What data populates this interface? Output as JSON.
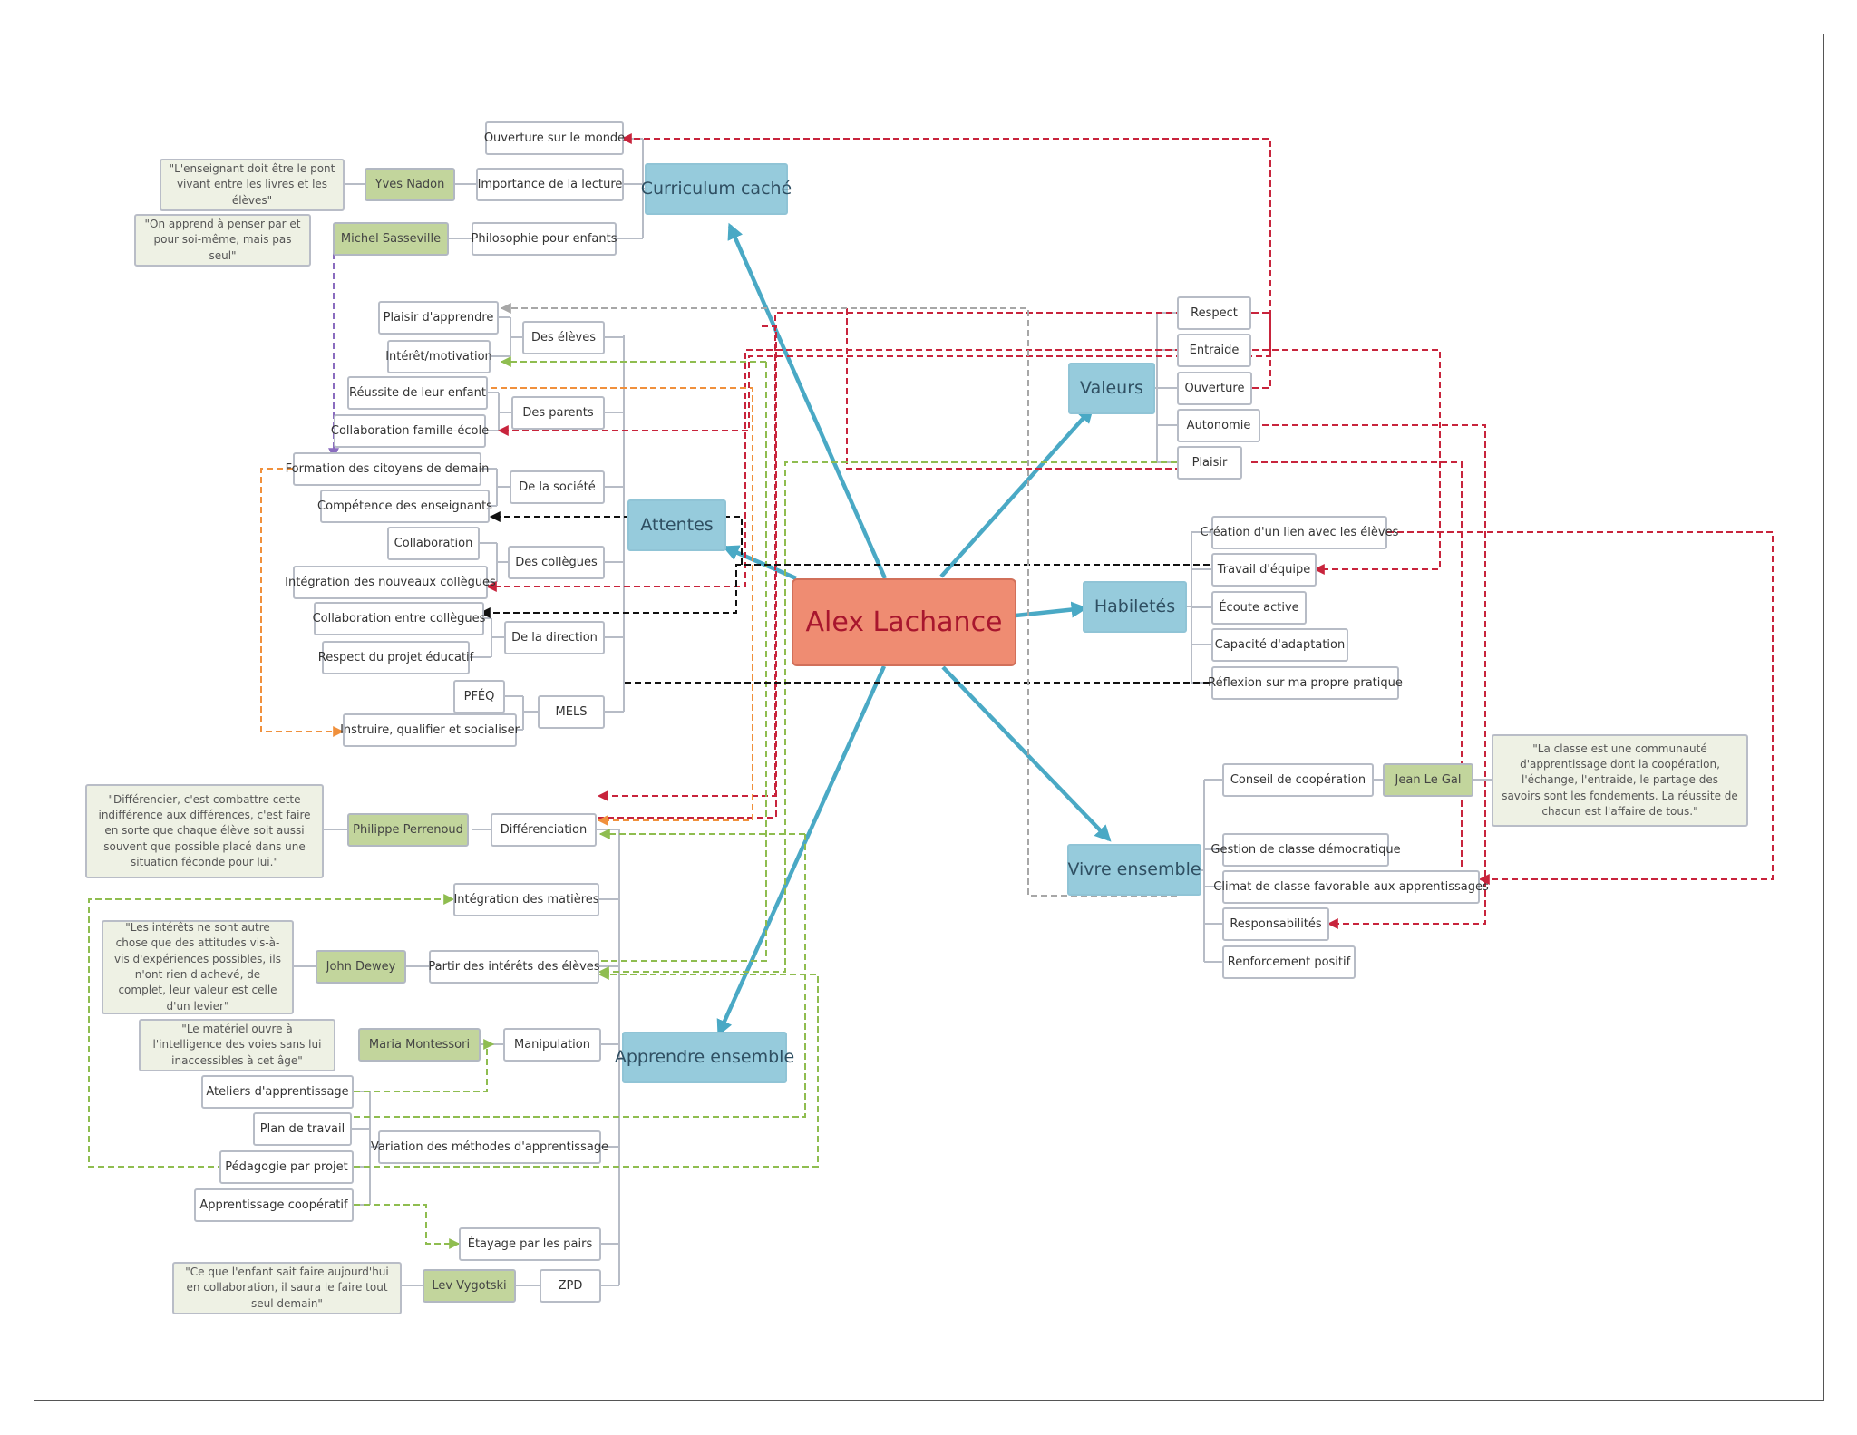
{
  "colors": {
    "central_fill": "#ef8c72",
    "central_text": "#a8162e",
    "category_fill": "#96cbdc",
    "person_fill": "#c2d59c",
    "quote_fill": "#eef1e4",
    "arrow_blue": "#4aa9c5",
    "link_red": "#c8243c",
    "link_green": "#8fbd50",
    "link_orange": "#f0903c",
    "link_purple": "#8a6cbf",
    "link_black": "#111111",
    "link_gray": "#a7a7a7"
  },
  "center": {
    "label": "Alex Lachance"
  },
  "categories": {
    "curriculum": "Curriculum caché",
    "valeurs": "Valeurs",
    "attentes": "Attentes",
    "habiletes": "Habiletés",
    "vivre": "Vivre ensemble",
    "apprendre": "Apprendre ensemble"
  },
  "curriculum": {
    "ouverture_monde": "Ouverture sur le monde",
    "importance_lecture": "Importance de la lecture",
    "philosophie": "Philosophie pour enfants",
    "person_nadon": "Yves Nadon",
    "quote_nadon": "\"L'enseignant doit être le pont vivant entre les livres et les élèves\"",
    "person_sasseville": "Michel Sasseville",
    "quote_sasseville": "\"On apprend à penser par et pour soi-même, mais pas seul\""
  },
  "valeurs": {
    "respect": "Respect",
    "entraide": "Entraide",
    "ouverture": "Ouverture",
    "autonomie": "Autonomie",
    "plaisir": "Plaisir"
  },
  "attentes": {
    "des_eleves": "Des élèves",
    "plaisir_apprendre": "Plaisir d'apprendre",
    "interet": "Intérêt/motivation",
    "des_parents": "Des parents",
    "reussite": "Réussite de leur enfant",
    "collab_famille": "Collaboration famille-école",
    "de_la_societe": "De la société",
    "formation": "Formation des citoyens de demain",
    "competence": "Compétence des enseignants",
    "des_collegues": "Des collègues",
    "collaboration": "Collaboration",
    "integration_coll": "Intégration des nouveaux collègues",
    "de_la_direction": "De la direction",
    "collab_entre": "Collaboration entre collègues",
    "respect_projet": "Respect du projet éducatif",
    "mels": "MELS",
    "pfeq": "PFÉQ",
    "instruire": "Instruire, qualifier et socialiser"
  },
  "habiletes": {
    "creation_lien": "Création d'un lien avec les élèves",
    "travail_equipe": "Travail d'équipe",
    "ecoute": "Écoute active",
    "capacite": "Capacité d'adaptation",
    "reflexion": "Réflexion sur ma propre pratique"
  },
  "vivre": {
    "conseil": "Conseil de coopération",
    "person_legal": "Jean Le Gal",
    "quote_legal": "\"La classe est une communauté d'apprentissage dont la coopération, l'échange, l'entraide, le partage des savoirs sont les fondements. La réussite de chacun est l'affaire de tous.\"",
    "gestion": "Gestion de classe démocratique",
    "climat": "Climat de classe favorable aux apprentissages",
    "responsabilites": "Responsabilités",
    "renforcement": "Renforcement positif"
  },
  "apprendre": {
    "differenciation": "Différenciation",
    "person_perrenoud": "Philippe Perrenoud",
    "quote_perrenoud": "\"Différencier, c'est combattre cette indifférence aux différences, c'est faire en sorte que chaque élève soit aussi souvent que possible placé dans une situation féconde pour lui.\"",
    "integration_matieres": "Intégration des matières",
    "partir_interets": "Partir des intérêts des élèves",
    "person_dewey": "John Dewey",
    "quote_dewey": "\"Les intérêts ne sont autre chose que des attitudes vis-à-vis d'expériences possibles, ils n'ont rien d'achevé, de complet, leur valeur est celle d'un levier\"",
    "manipulation": "Manipulation",
    "person_montessori": "Maria Montessori",
    "quote_montessori": "\"Le matériel ouvre à l'intelligence des voies sans lui inaccessibles à cet âge\"",
    "ateliers": "Ateliers d'apprentissage",
    "plan_travail": "Plan de travail",
    "variation": "Variation des méthodes d'apprentissage",
    "pedagogie_projet": "Pédagogie par projet",
    "apprentissage_coop": "Apprentissage coopératif",
    "etayage": "Étayage par les pairs",
    "zpd": "ZPD",
    "person_vygotski": "Lev Vygotski",
    "quote_vygotski": "\"Ce que l'enfant sait faire aujourd'hui en collaboration, il saura le faire tout seul demain\""
  }
}
